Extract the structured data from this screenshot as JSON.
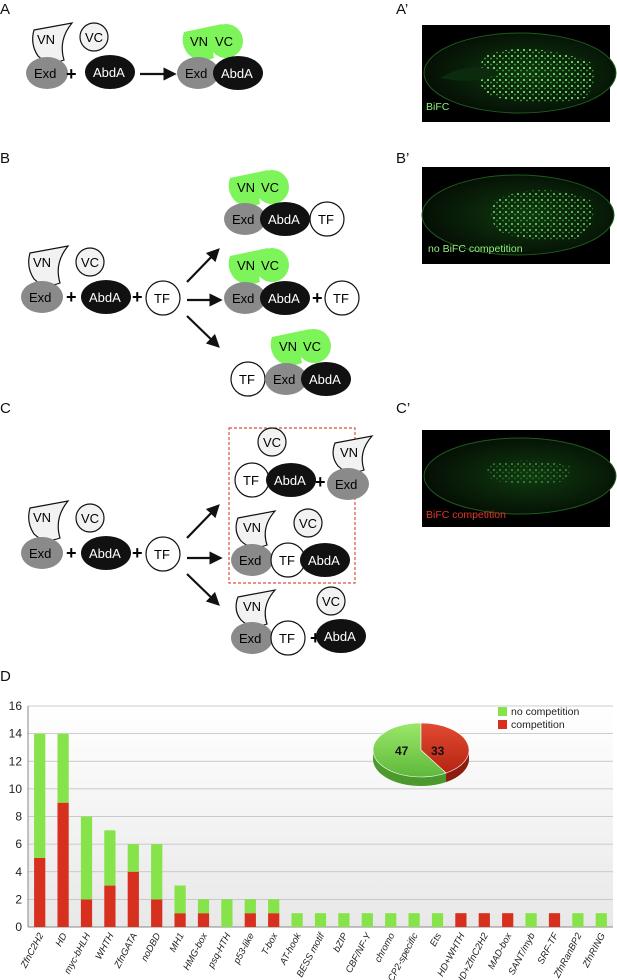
{
  "panels": {
    "A": {
      "label": "A",
      "prime_label": "A’",
      "image_caption": "BiFC"
    },
    "B": {
      "label": "B",
      "prime_label": "B’",
      "image_caption": "no BiFC competition"
    },
    "C": {
      "label": "C",
      "prime_label": "C’",
      "image_caption": "BiFC competition"
    },
    "D": {
      "label": "D"
    }
  },
  "molecules": {
    "vn": "VN",
    "vc": "VC",
    "exd": "Exd",
    "abda": "AbdA",
    "tf": "TF",
    "plus": "+"
  },
  "colors": {
    "bifc_green": "#7df55a",
    "competition_red": "#d8301e",
    "no_competition_green": "#86e34a",
    "exd_gray": "#8a8a8a",
    "abda_black": "#111111",
    "dashed_box": "#e0523c",
    "caption_green": "#8ef27a",
    "caption_red": "#e0392a"
  },
  "chart_data": {
    "type": "bar",
    "stacked": true,
    "ylim": [
      0,
      16
    ],
    "yticks": [
      0,
      2,
      4,
      6,
      8,
      10,
      12,
      14,
      16
    ],
    "grid": true,
    "legend_position": "top-right",
    "categories": [
      "ZfnC2H2",
      "HD",
      "myc-bHLH",
      "WHTH",
      "ZfnGATA",
      "noDBD",
      "MH1",
      "HMG-box",
      "psq-HTH",
      "p53-like",
      "T-box",
      "AT-hook",
      "BESS motif",
      "bZIP",
      "CBF/NF-Y",
      "chromo",
      "CP2-specific",
      "Ets",
      "HD+WHTH",
      "HD+ZfnC2H2",
      "MAD-box",
      "SANT/myb",
      "SRF-TF",
      "ZfnRanBP2",
      "ZfnRING"
    ],
    "series": [
      {
        "name": "competition",
        "color": "#d8301e",
        "values": [
          5,
          9,
          2,
          3,
          4,
          2,
          1,
          1,
          0,
          1,
          1,
          0,
          0,
          0,
          0,
          0,
          0,
          0,
          1,
          1,
          1,
          0,
          1,
          0,
          0
        ]
      },
      {
        "name": "no competition",
        "color": "#86e34a",
        "values": [
          9,
          5,
          6,
          4,
          2,
          4,
          2,
          1,
          2,
          1,
          1,
          1,
          1,
          1,
          1,
          1,
          1,
          1,
          0,
          0,
          0,
          1,
          0,
          1,
          1
        ]
      }
    ],
    "pie": {
      "slices": [
        {
          "name": "no competition",
          "value": 47,
          "label": "47",
          "color": "#86e34a"
        },
        {
          "name": "competition",
          "value": 33,
          "label": "33",
          "color": "#d8301e"
        }
      ]
    }
  }
}
